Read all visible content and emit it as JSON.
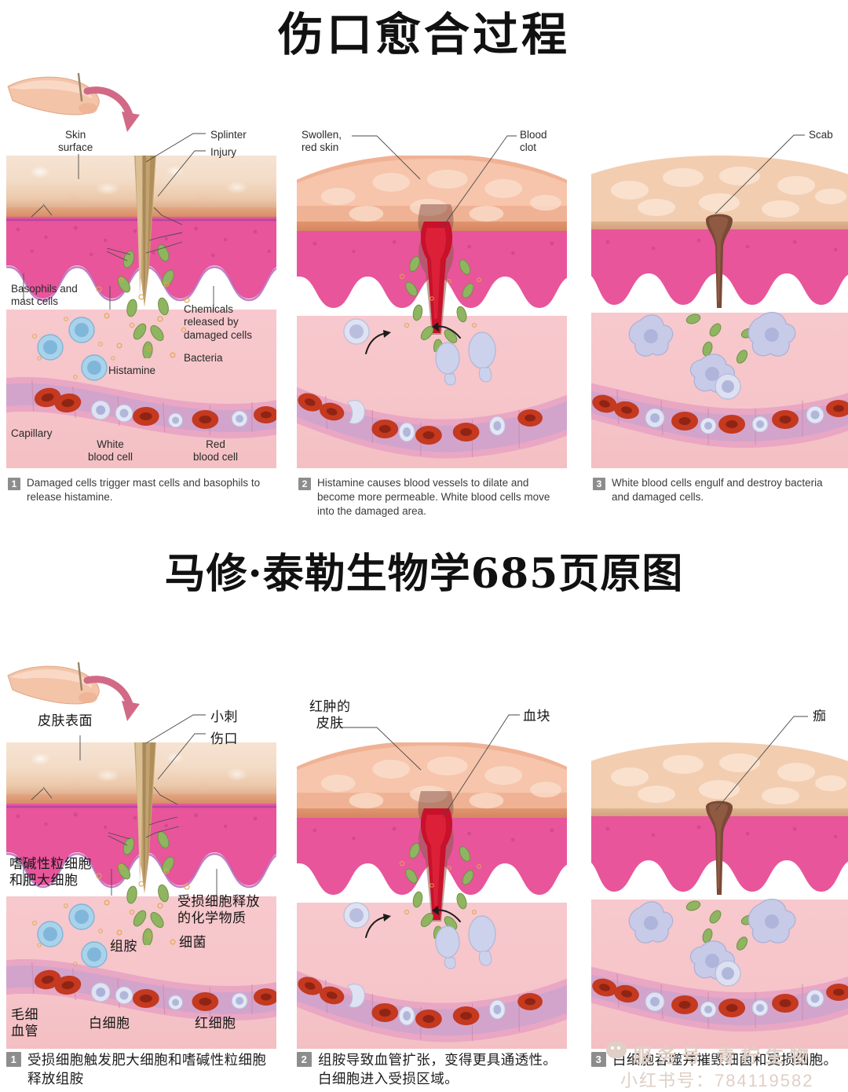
{
  "title": "伤口愈合过程",
  "mid_heading": "马修·泰勒生物学685页原图",
  "colors": {
    "epidermis": "#f3dcc7",
    "dermis": "#e8559b",
    "blood_clot": "#c8112a",
    "arrow_pink": "#d16a86",
    "caption_numbox": "#8d8d8d",
    "watermark": "#e0cfc6"
  },
  "english_row": {
    "panels": [
      {
        "id": "panel-1-inflammation",
        "labels": [
          {
            "name": "skin-surface",
            "text": "Skin\nsurface"
          },
          {
            "name": "splinter",
            "text": "Splinter"
          },
          {
            "name": "injury",
            "text": "Injury"
          },
          {
            "name": "basophils-mast-cells",
            "text": "Basophils and\nmast cells"
          },
          {
            "name": "chemicals-released",
            "text": "Chemicals\nreleased by\ndamaged cells"
          },
          {
            "name": "bacteria",
            "text": "Bacteria"
          },
          {
            "name": "histamine",
            "text": "Histamine"
          },
          {
            "name": "capillary",
            "text": "Capillary"
          },
          {
            "name": "white-blood-cell",
            "text": "White\nblood cell"
          },
          {
            "name": "red-blood-cell",
            "text": "Red\nblood cell"
          }
        ],
        "caption": {
          "number": "1",
          "text": "Damaged cells trigger mast cells and basophils to release histamine."
        }
      },
      {
        "id": "panel-2-dilation",
        "labels": [
          {
            "name": "swollen-red-skin",
            "text": "Swollen,\nred skin"
          },
          {
            "name": "blood-clot",
            "text": "Blood\nclot"
          }
        ],
        "caption": {
          "number": "2",
          "text": "Histamine causes blood vessels to dilate and become more permeable. White blood cells move into the damaged area."
        }
      },
      {
        "id": "panel-3-phagocytosis",
        "labels": [
          {
            "name": "scab",
            "text": "Scab"
          }
        ],
        "caption": {
          "number": "3",
          "text": "White blood cells engulf and destroy bacteria and damaged cells."
        }
      }
    ]
  },
  "chinese_row": {
    "panels": [
      {
        "id": "panel-1-inflammation-cn",
        "labels": [
          {
            "name": "skin-surface",
            "text": "皮肤表面"
          },
          {
            "name": "splinter",
            "text": "小刺"
          },
          {
            "name": "injury",
            "text": "伤口"
          },
          {
            "name": "basophils-mast-cells",
            "text": "嗜碱性粒细胞\n和肥大细胞"
          },
          {
            "name": "chemicals-released",
            "text": "受损细胞释放\n的化学物质"
          },
          {
            "name": "bacteria",
            "text": "细菌"
          },
          {
            "name": "histamine",
            "text": "组胺"
          },
          {
            "name": "capillary",
            "text": "毛细\n血管"
          },
          {
            "name": "white-blood-cell",
            "text": "白细胞"
          },
          {
            "name": "red-blood-cell",
            "text": "红细胞"
          }
        ],
        "caption": {
          "number": "1",
          "text": "受损细胞触发肥大细胞和嗜碱性粒细胞释放组胺"
        }
      },
      {
        "id": "panel-2-dilation-cn",
        "labels": [
          {
            "name": "swollen-red-skin",
            "text": "红肿的\n皮肤"
          },
          {
            "name": "blood-clot",
            "text": "血块"
          }
        ],
        "caption": {
          "number": "2",
          "text": "组胺导致血管扩张，变得更具通透性。白细胞进入受损区域。"
        }
      },
      {
        "id": "panel-3-phagocytosis-cn",
        "labels": [
          {
            "name": "scab",
            "text": "痂"
          }
        ],
        "caption": {
          "number": "3",
          "text": "白细胞吞噬并摧毁细菌和受损细胞。"
        }
      }
    ]
  },
  "watermark": {
    "account_line": "服务号  青柠生物",
    "handle_line": "小红书号：784119582"
  }
}
